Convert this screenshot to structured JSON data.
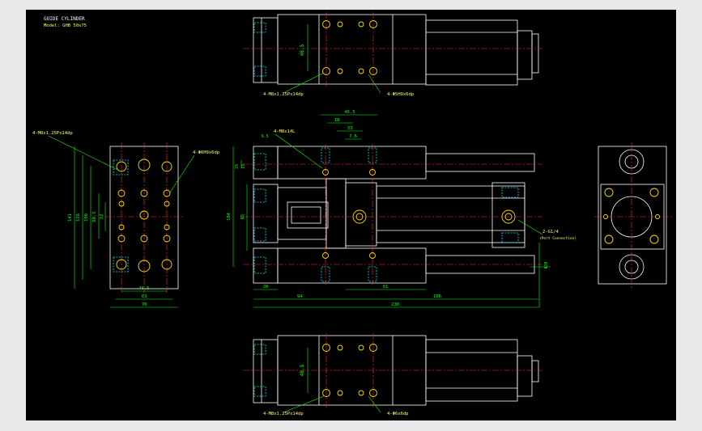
{
  "title_block": {
    "line1": "GUIDE CYLINDER",
    "line2": "Model: GHB 50x75"
  },
  "colors": {
    "background": "#000000",
    "outline": "#ffffff",
    "centerline": "#ff2a2a",
    "dimension": "#00ff00",
    "hidden": "#00e5ff",
    "holes": "#ffff00",
    "callout_text": "#ffff66"
  },
  "dimensions": {
    "top_view_vertical": "46.5",
    "top_view_callout_1": "4-M8x1.25Px14dp",
    "top_view_callout_2": "4-Φ5H9x6dp",
    "left_view_callout_1": "4-M8x1.25Px14dp",
    "left_view_callout_2": "4-Φ6H9x6dp",
    "left_view_vertical_1": "141",
    "left_view_vertical_2": "126",
    "left_view_vertical_3": "100",
    "left_view_vertical_4": "60.5",
    "left_view_vertical_5": "32",
    "left_view_bottom_1": "46.5",
    "left_view_bottom_2": "63",
    "left_view_bottom_3": "70",
    "main_callout_1": "4-M8x14L",
    "main_top_1": "46.5",
    "main_top_2": "18",
    "main_top_3": "33",
    "main_top_4": "7.6",
    "main_left_1": "9.5",
    "main_left_2": "29",
    "main_left_3": "19",
    "main_left_4": "104",
    "main_left_5": "85",
    "main_bottom_1": "20",
    "main_bottom_2": "81",
    "main_bottom_3": "94",
    "main_bottom_4": "166",
    "main_bottom_5": "230",
    "main_port": "2-G1/4",
    "main_port_note": "(Port Connection)",
    "main_rod": "Φ20",
    "bottom_view_vertical": "46.5",
    "bottom_view_callout_1": "4-M8x1.25Px14dp",
    "bottom_view_callout_2": "4-Φ6x6dp"
  }
}
